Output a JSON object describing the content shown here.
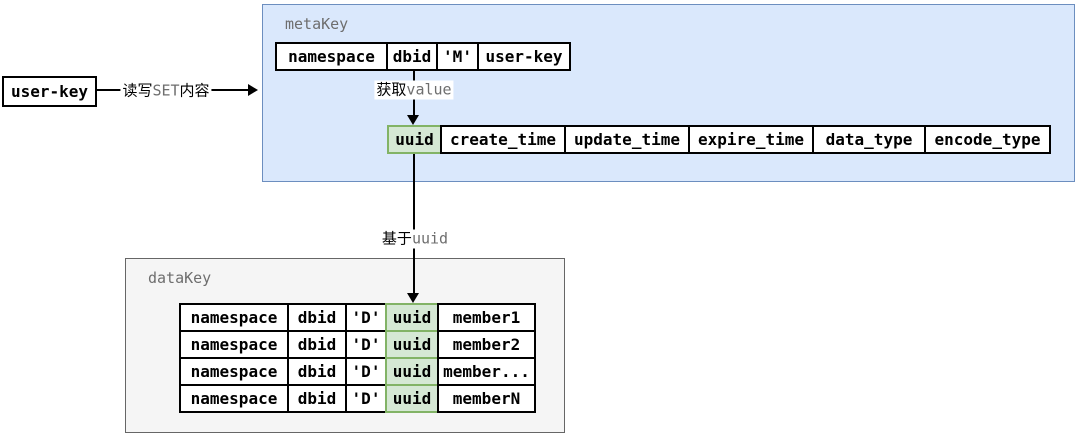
{
  "colors": {
    "meta_group_fill": "#dae8fc",
    "meta_group_stroke": "#6c8ebf",
    "green_cell_fill": "#d5e8d4",
    "green_cell_stroke": "#82b366",
    "data_group_fill": "#f5f5f5",
    "data_group_stroke": "#666666",
    "cell_stroke": "#000000",
    "gray_text": "#6e6e6e"
  },
  "user_key_box": {
    "label": "user-key"
  },
  "arrows": {
    "read_write": {
      "prefix": "读写",
      "code": "SET",
      "suffix": "内容"
    },
    "get_value": {
      "prefix": "获取",
      "code": "value"
    },
    "based_on_uuid": {
      "prefix": "基于",
      "code": "uuid"
    }
  },
  "meta_group": {
    "title": "metaKey",
    "key_row": [
      "namespace",
      "dbid",
      "'M'",
      "user-key"
    ],
    "value_row": [
      "uuid",
      "create_time",
      "update_time",
      "expire_time",
      "data_type",
      "encode_type"
    ]
  },
  "data_group": {
    "title": "dataKey",
    "rows": [
      [
        "namespace",
        "dbid",
        "'D'",
        "uuid",
        "member1"
      ],
      [
        "namespace",
        "dbid",
        "'D'",
        "uuid",
        "member2"
      ],
      [
        "namespace",
        "dbid",
        "'D'",
        "uuid",
        "member..."
      ],
      [
        "namespace",
        "dbid",
        "'D'",
        "uuid",
        "memberN"
      ]
    ]
  }
}
